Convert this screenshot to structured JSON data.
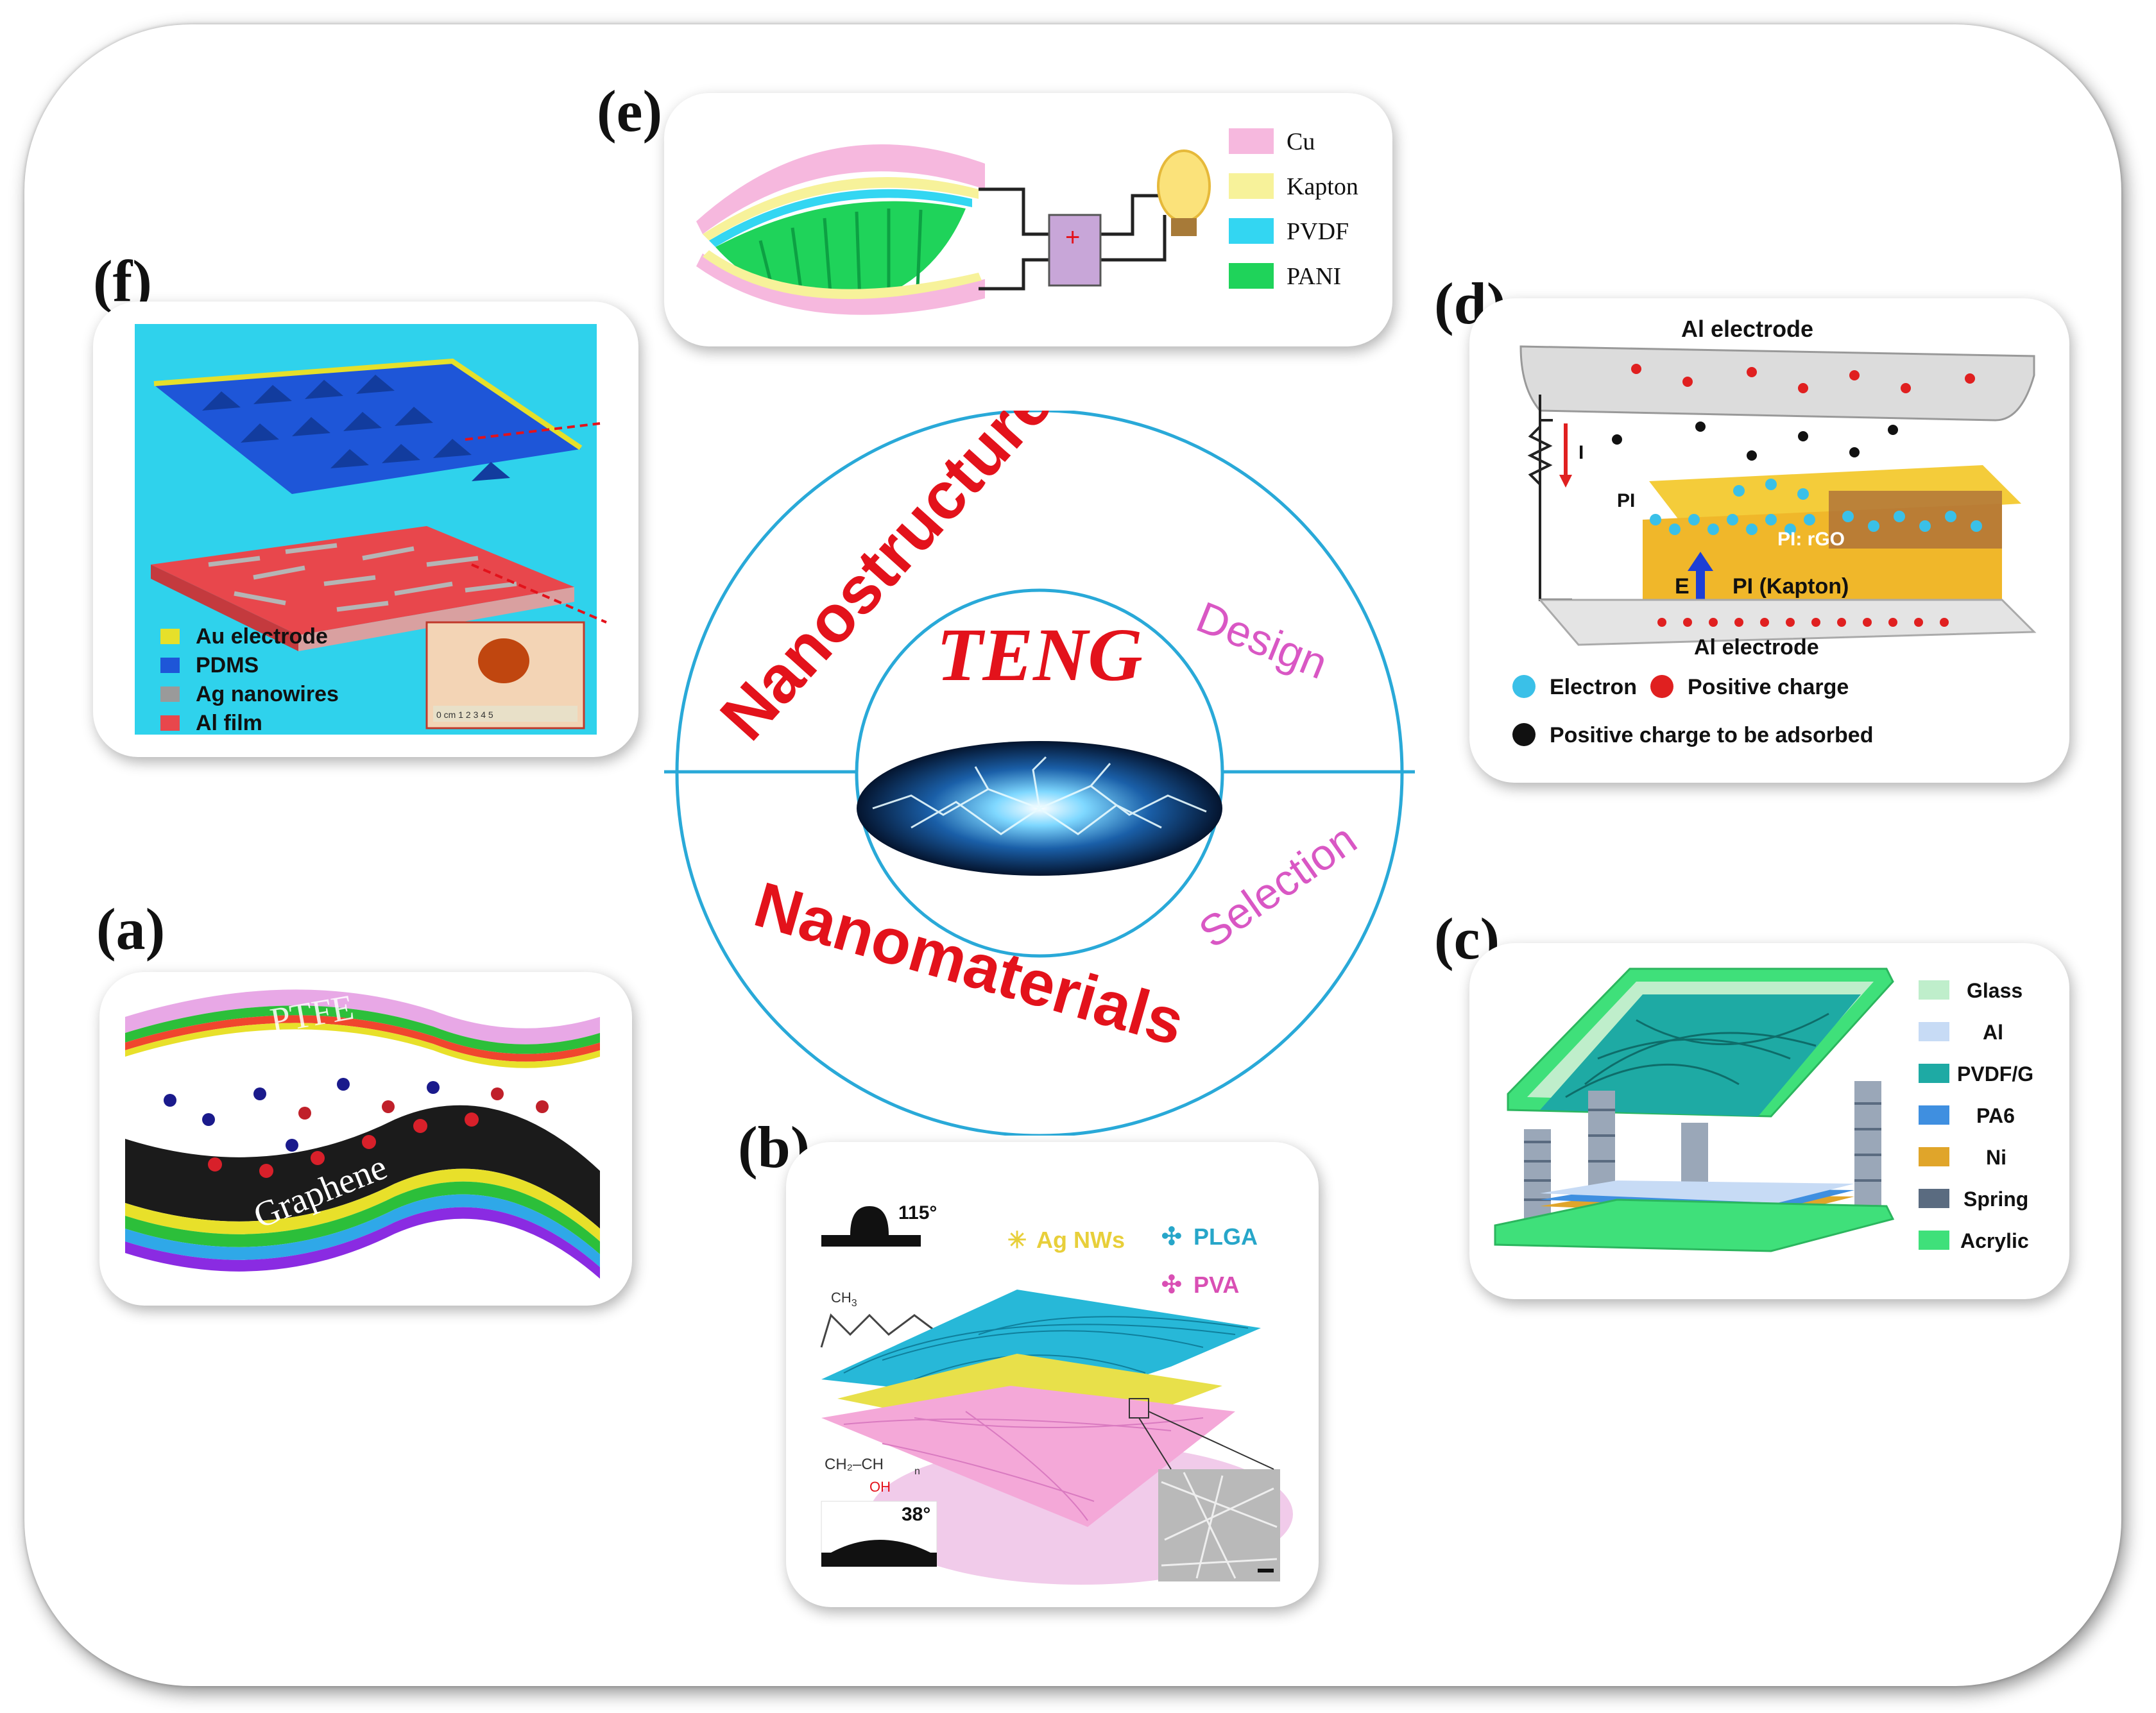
{
  "center": {
    "title": "TENG",
    "top_word": "Nanostructures",
    "bottom_word": "Nanomaterials",
    "design_tag": "Design",
    "selection_tag": "Selection"
  },
  "panels": {
    "e": {
      "label": "(e)",
      "legend": [
        "Cu",
        "Kapton",
        "PVDF",
        "PANI"
      ],
      "colors": [
        "#f6b8de",
        "#f7f29a",
        "#33d6f2",
        "#1fd35a"
      ]
    },
    "f": {
      "label": "(f)",
      "legend": [
        "Au electrode",
        "PDMS",
        "Ag nanowires",
        "Al film"
      ],
      "colors": [
        "#e6e02a",
        "#1e56d8",
        "#9a9a9a",
        "#e8474c"
      ],
      "scale_text": "0 cm 1 2 3 4 5"
    },
    "d": {
      "label": "(d)",
      "top_electrode": "Al electrode",
      "bottom_electrode": "Al electrode",
      "pi_label": "PI",
      "current_label": "I",
      "field_label": "E",
      "rgo_label": "PI: rGO",
      "kapton_label": "PI (Kapton)",
      "legend_electron": "Electron",
      "legend_positive": "Positive charge",
      "legend_adsorbed": "Positive charge to be adsorbed"
    },
    "a": {
      "label": "(a)",
      "top_layer": "PTFE",
      "bottom_layer": "Graphene"
    },
    "b": {
      "label": "(b)",
      "angle_top": "115°",
      "angle_bottom": "38°",
      "legend": [
        "Ag NWs",
        "PLGA",
        "PVA"
      ],
      "colors": [
        "#e8cf3a",
        "#27a6c9",
        "#d94fb4"
      ],
      "ch3": "CH",
      "ch3_sub": "3",
      "pva_formula": "CH₂–CH",
      "pva_oh": "OH",
      "pva_n": "n"
    },
    "c": {
      "label": "(c)",
      "legend": [
        "Glass",
        "Al",
        "PVDF/G",
        "PA6",
        "Ni",
        "Spring",
        "Acrylic"
      ],
      "colors": [
        "#bfeecb",
        "#c7dbf5",
        "#1eaaa4",
        "#3f8fe0",
        "#e0a52a",
        "#5a6b80",
        "#3fe07a"
      ]
    }
  }
}
